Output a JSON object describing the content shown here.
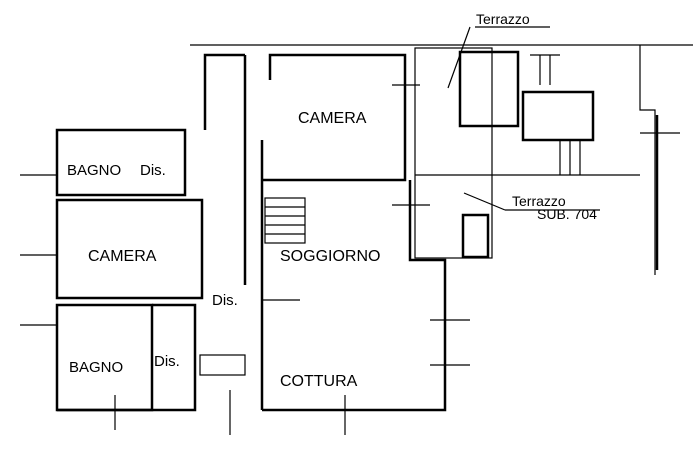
{
  "labels": {
    "terrazzo_top": "Terrazzo",
    "camera_top": "CAMERA",
    "bagno_top": "BAGNO",
    "dis_top": "Dis.",
    "camera_left": "CAMERA",
    "soggiorno": "SOGGIORNO",
    "terrazzo_sub": "Terrazzo",
    "sub_number": "SUB. 704",
    "dis_mid": "Dis.",
    "bagno_bottom": "BAGNO",
    "dis_bottom": "Dis.",
    "cottura": "COTTURA"
  }
}
